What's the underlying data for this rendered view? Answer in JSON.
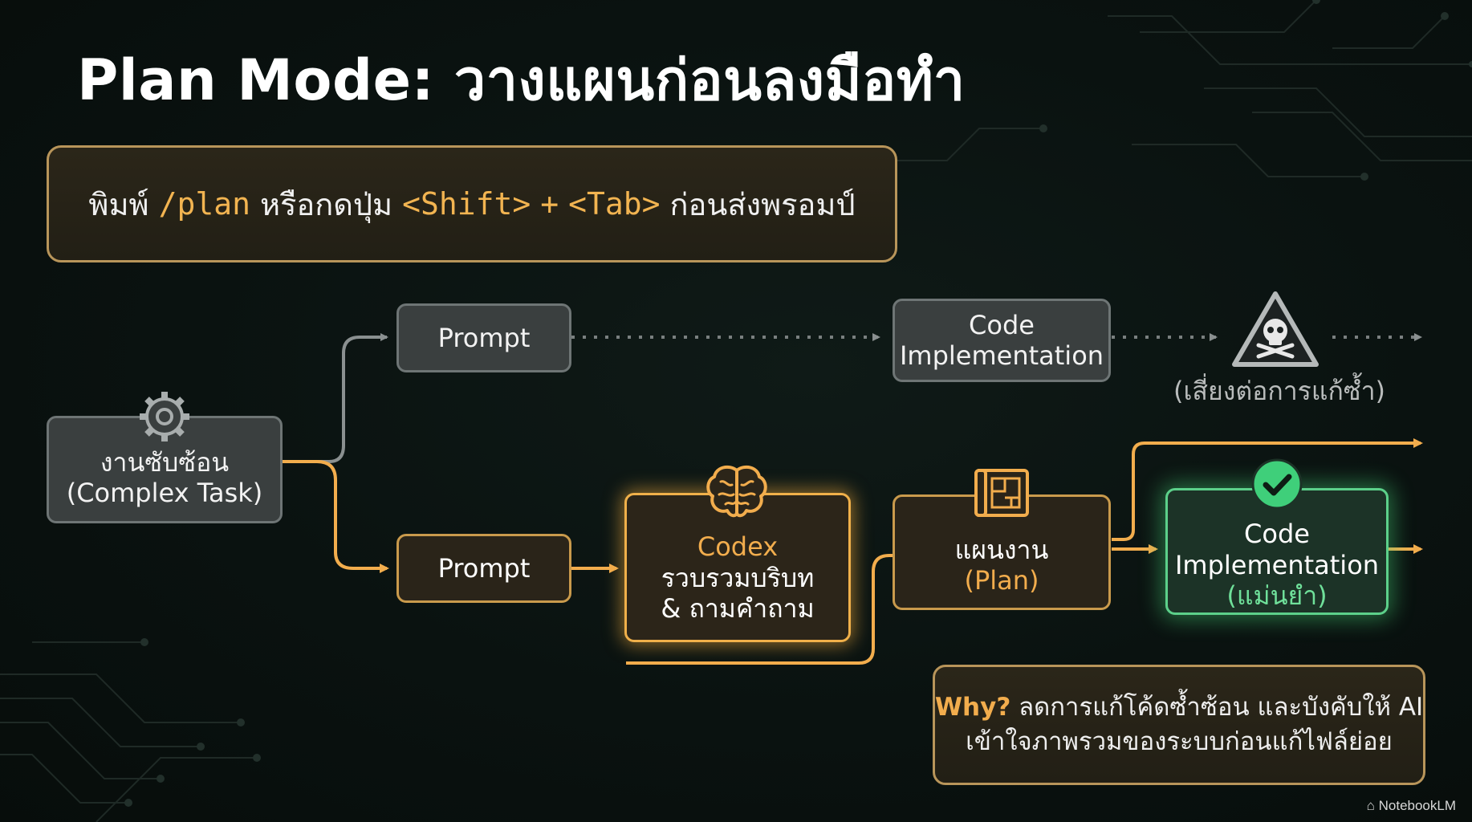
{
  "title": "Plan Mode: วางแผนก่อนลงมือทำ",
  "instruction": {
    "prefix": "พิมพ์",
    "command": "/plan",
    "middle": "หรือกดปุ่ม",
    "key1": "<Shift>",
    "plus": "+",
    "key2": "<Tab>",
    "suffix": "ก่อนส่งพรอมป์"
  },
  "nodes": {
    "complex_task": {
      "line1": "งานซับซ้อน",
      "line2": "(Complex Task)"
    },
    "prompt_top": {
      "label": "Prompt"
    },
    "code_top": {
      "line1": "Code",
      "line2": "Implementation"
    },
    "risk_label": "(เสี่ยงต่อการแก้ซ้ำ)",
    "prompt_bottom": {
      "label": "Prompt"
    },
    "codex": {
      "line1": "Codex",
      "line2": "รวบรวมบริบท",
      "line3": "& ถามคำถาม"
    },
    "plan": {
      "line1": "แผนงาน",
      "line2": "(Plan)"
    },
    "code_bottom": {
      "line1": "Code",
      "line2": "Implementation",
      "line3": "(แม่นยำ)"
    }
  },
  "icons": {
    "complex_task": "gear-icon",
    "risk": "skull-warning-icon",
    "codex": "brain-icon",
    "plan": "blueprint-icon",
    "success": "check-circle-icon"
  },
  "why": {
    "label": "Why?",
    "line1_rest": "ลดการแก้โค้ดซ้ำซ้อน และบังคับให้ AI",
    "line2": "เข้าใจภาพรวมของระบบก่อนแก้ไฟล์ย่อย"
  },
  "brand": "NotebookLM",
  "colors": {
    "background": "#0a1210",
    "accent_gold": "#f2ad4d",
    "neutral_grey": "#8a9090",
    "success_green": "#5cd08a"
  }
}
